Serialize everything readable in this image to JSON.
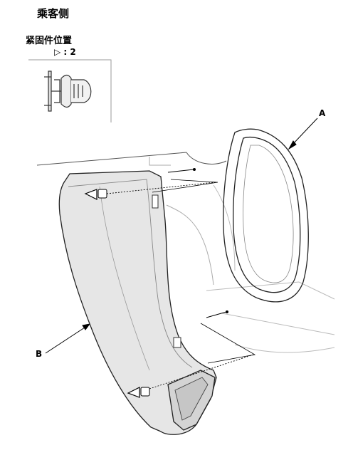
{
  "title": "乘客侧",
  "fastener": {
    "heading": "紧固件位置",
    "marker": "▷",
    "count": ": 2"
  },
  "callouts": {
    "a": "A",
    "b": "B"
  }
}
